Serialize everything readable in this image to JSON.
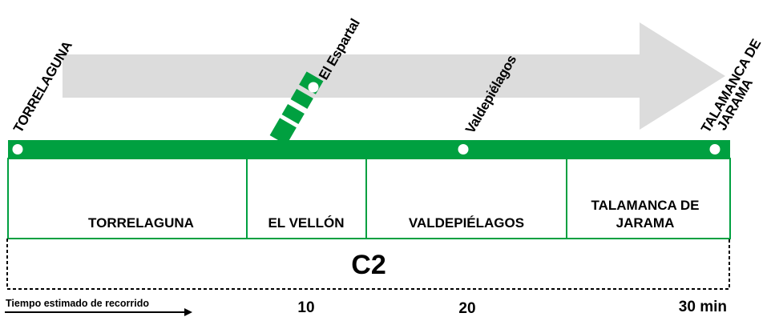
{
  "stations": [
    {
      "name": "TORRELAGUNA"
    },
    {
      "name": "El Espartal"
    },
    {
      "name": "Valdepiélagos"
    },
    {
      "name_line1": "TALAMANCA DE",
      "name_line2": "JARAMA"
    }
  ],
  "zones": [
    {
      "name": "TORRELAGUNA"
    },
    {
      "name": "EL VELLÓN"
    },
    {
      "name": "VALDEPIÉLAGOS"
    },
    {
      "name_line1": "TALAMANCA DE",
      "name_line2": "JARAMA"
    }
  ],
  "fare_zone": "C2",
  "travel_time": {
    "caption": "Tiempo estimado de recorrido",
    "marks": [
      "10",
      "20",
      "30 min"
    ]
  },
  "colors": {
    "line": "#00A040",
    "arrow": "#DCDCDC",
    "station_dot": "#FFFFFF",
    "text": "#000000"
  }
}
